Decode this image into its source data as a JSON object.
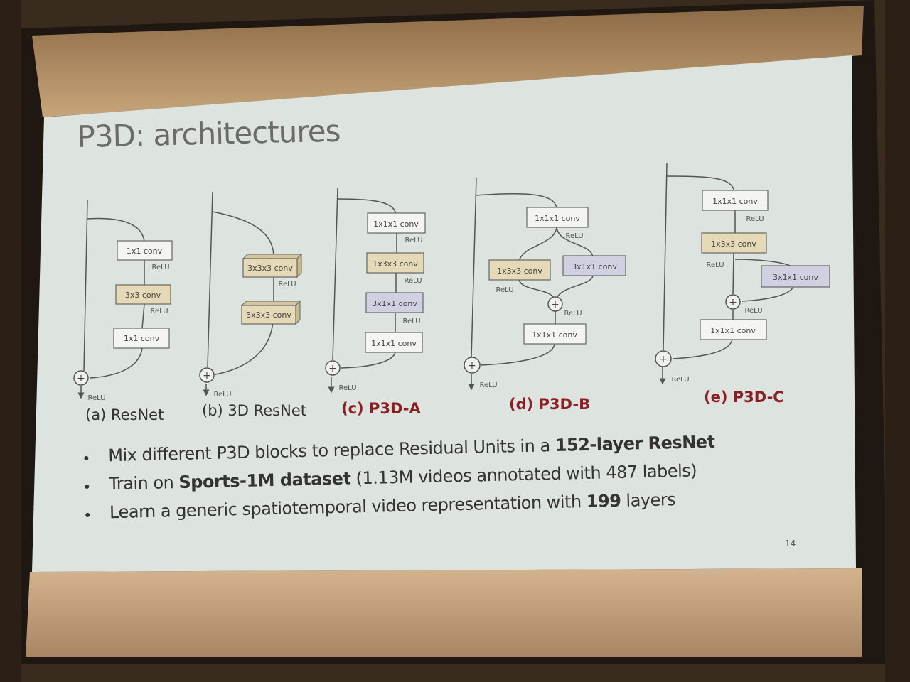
{
  "slide": {
    "title": "P3D: architectures",
    "page_number": "14"
  },
  "diagrams": [
    {
      "caption": "(a) ResNet",
      "boxes": [
        "1x1 conv",
        "3x3 conv",
        "1x1 conv"
      ],
      "relu": "ReLU"
    },
    {
      "caption": "(b) 3D ResNet",
      "boxes": [
        "3x3x3 conv",
        "3x3x3 conv"
      ],
      "relu": "ReLU"
    },
    {
      "caption": "(c) P3D-A",
      "boxes": [
        "1x1x1 conv",
        "1x3x3 conv",
        "3x1x1 conv",
        "1x1x1 conv"
      ],
      "relu": "ReLU"
    },
    {
      "caption": "(d) P3D-B",
      "boxes": [
        "1x1x1 conv",
        "1x3x3 conv",
        "3x1x1 conv",
        "1x1x1 conv"
      ],
      "relu": "ReLU"
    },
    {
      "caption": "(e) P3D-C",
      "boxes": [
        "1x1x1 conv",
        "1x3x3 conv",
        "3x1x1 conv",
        "1x1x1 conv"
      ],
      "relu": "ReLU"
    }
  ],
  "bullets": [
    {
      "pre": "Mix different P3D blocks to replace Residual Units in a ",
      "bold": "152-layer ResNet",
      "post": ""
    },
    {
      "pre": "Train on ",
      "bold": "Sports-1M dataset",
      "post": " (1.13M videos annotated with 487 labels)"
    },
    {
      "pre": "Learn a generic spatiotemporal video representation with ",
      "bold": "199",
      "post": " layers"
    }
  ],
  "colors": {
    "screen": "#dfe4e0",
    "box_white": "#f4f4f0",
    "box_tan": "#e6d9b8",
    "box_lavender": "#cfd0e2",
    "caption_red": "#8a1f24"
  }
}
